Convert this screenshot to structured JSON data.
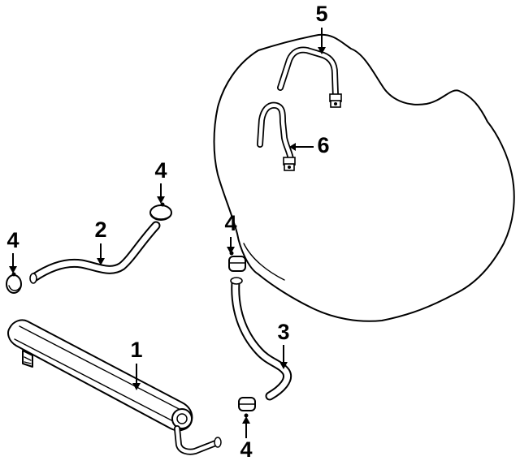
{
  "callouts": {
    "c1": "1",
    "c2": "2",
    "c3": "3",
    "c4a": "4",
    "c4b": "4",
    "c4c": "4",
    "c4d": "4",
    "c5": "5",
    "c6": "6"
  },
  "colors": {
    "line": "#000000",
    "background": "#ffffff"
  }
}
